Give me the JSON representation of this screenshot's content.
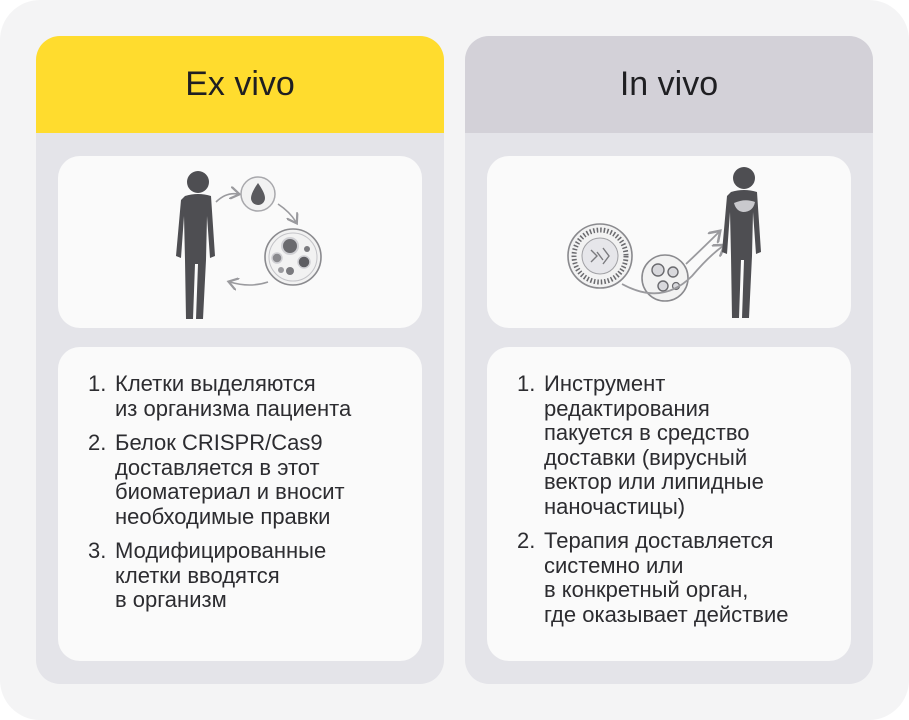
{
  "ex_vivo": {
    "title": "Ex vivo",
    "steps": [
      {
        "num": "1.",
        "text": "Клетки выделяются\nиз организма пациента"
      },
      {
        "num": "2.",
        "text": "Белок CRISPR/Cas9\nдоставляется в этот\nбиоматериал и вносит\nнеобходимые правки"
      },
      {
        "num": "3.",
        "text": "Модифицированные\nклетки вводятся\nв организм"
      }
    ]
  },
  "in_vivo": {
    "title": "In vivo",
    "steps": [
      {
        "num": "1.",
        "text": "Инструмент\nредактирования\nпакуется в средство\nдоставки (вирусный\nвектор или липидные\nнаночастицы)"
      },
      {
        "num": "2.",
        "text": "Терапия доставляется\nсистемно или\nв конкретный орган,\nгде оказывает действие"
      }
    ]
  },
  "colors": {
    "ex_vivo_header": "#ffdc2e",
    "in_vivo_header": "#d3d1d8",
    "panel_bg": "#e4e4e9",
    "card_bg": "#fafafa"
  },
  "icons": [
    "human-figure-icon",
    "blood-drop-icon",
    "cell-dish-icon",
    "lipid-nanoparticle-icon",
    "viral-vector-icon",
    "liver-icon"
  ]
}
